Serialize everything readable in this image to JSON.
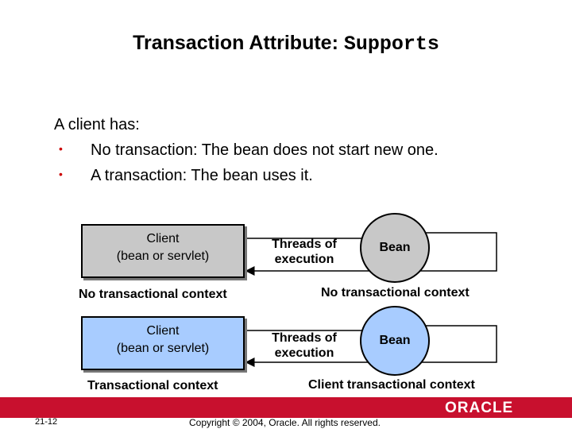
{
  "slide": {
    "title_prefix": "Transaction Attribute: ",
    "title_code": "Supports",
    "intro": "A client has:",
    "bullets": [
      "No transaction: The bean does not start new one.",
      "A transaction: The bean uses it."
    ]
  },
  "diagram_top": {
    "client_line1": "Client",
    "client_line2": "(bean or servlet)",
    "threads_line1": "Threads of",
    "threads_line2": "execution",
    "bean": "Bean",
    "client_context": "No transactional context",
    "bean_context": "No transactional context"
  },
  "diagram_bottom": {
    "client_line1": "Client",
    "client_line2": "(bean or servlet)",
    "threads_line1": "Threads of",
    "threads_line2": "execution",
    "bean": "Bean",
    "client_context": "Transactional context",
    "bean_context": "Client transactional context"
  },
  "footer": {
    "slide_number": "21-12",
    "copyright": "Copyright © 2004, Oracle.  All rights reserved.",
    "logo": "ORACLE"
  },
  "colors": {
    "gray_fill": "#c8c8c8",
    "blue_fill": "#a8ccff",
    "footer_red": "#c8102e"
  }
}
